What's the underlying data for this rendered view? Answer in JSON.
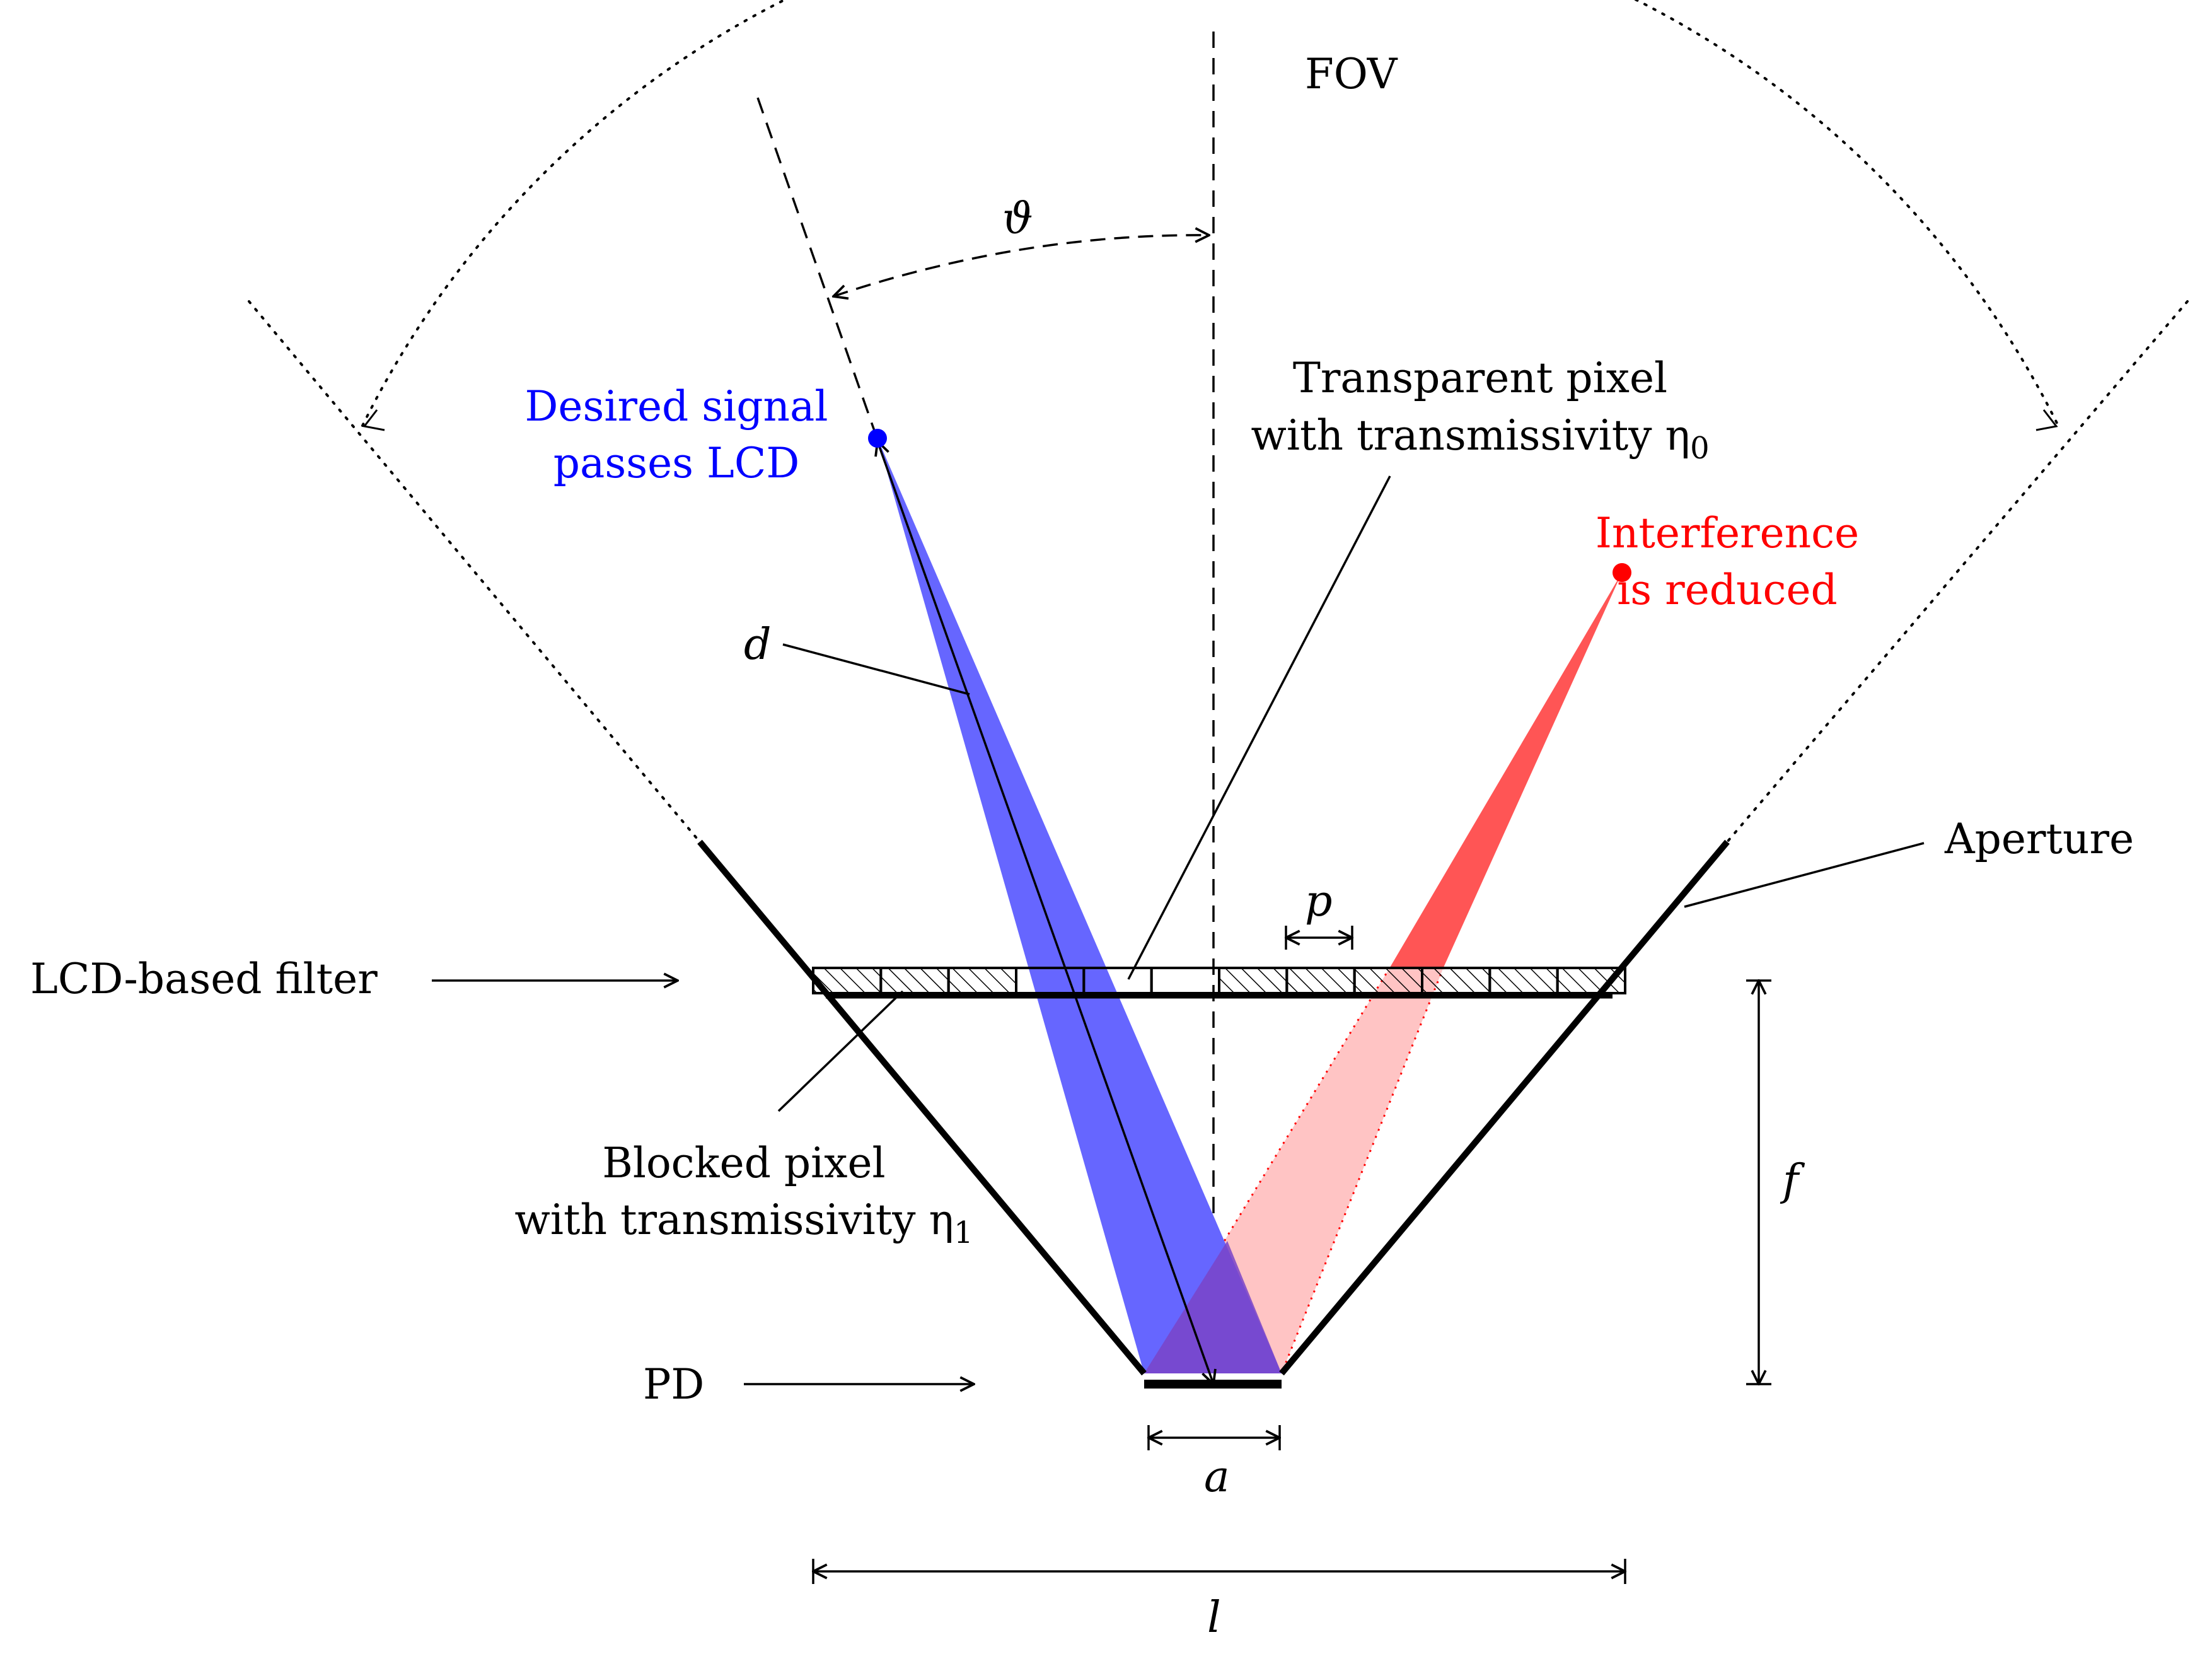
{
  "labels": {
    "fov": "FOV",
    "theta": "ϑ",
    "desired_signal": [
      "Desired signal",
      "passes LCD"
    ],
    "transparent_pixel": [
      "Transparent pixel",
      "with transmissivity η",
      "0"
    ],
    "interference": [
      "Interference",
      "is reduced"
    ],
    "d": "d",
    "aperture": "Aperture",
    "p": "p",
    "lcd_filter": "LCD-based filter",
    "blocked_pixel": [
      "Blocked pixel",
      "with transmissivity η",
      "1"
    ],
    "f": "f",
    "pd": "PD",
    "a": "a",
    "l": "l"
  },
  "colors": {
    "signal": "#0000ff",
    "signal_beam": "#6666ff",
    "interference": "#ff0000",
    "interference_beam": "#ff5555",
    "interference_beam_light": "#ffc4c4",
    "overlap": "#7a44c8",
    "ink": "#000000"
  },
  "lcd": {
    "pixel_count": 12,
    "transparent_pixels": [
      3,
      4,
      5
    ]
  }
}
